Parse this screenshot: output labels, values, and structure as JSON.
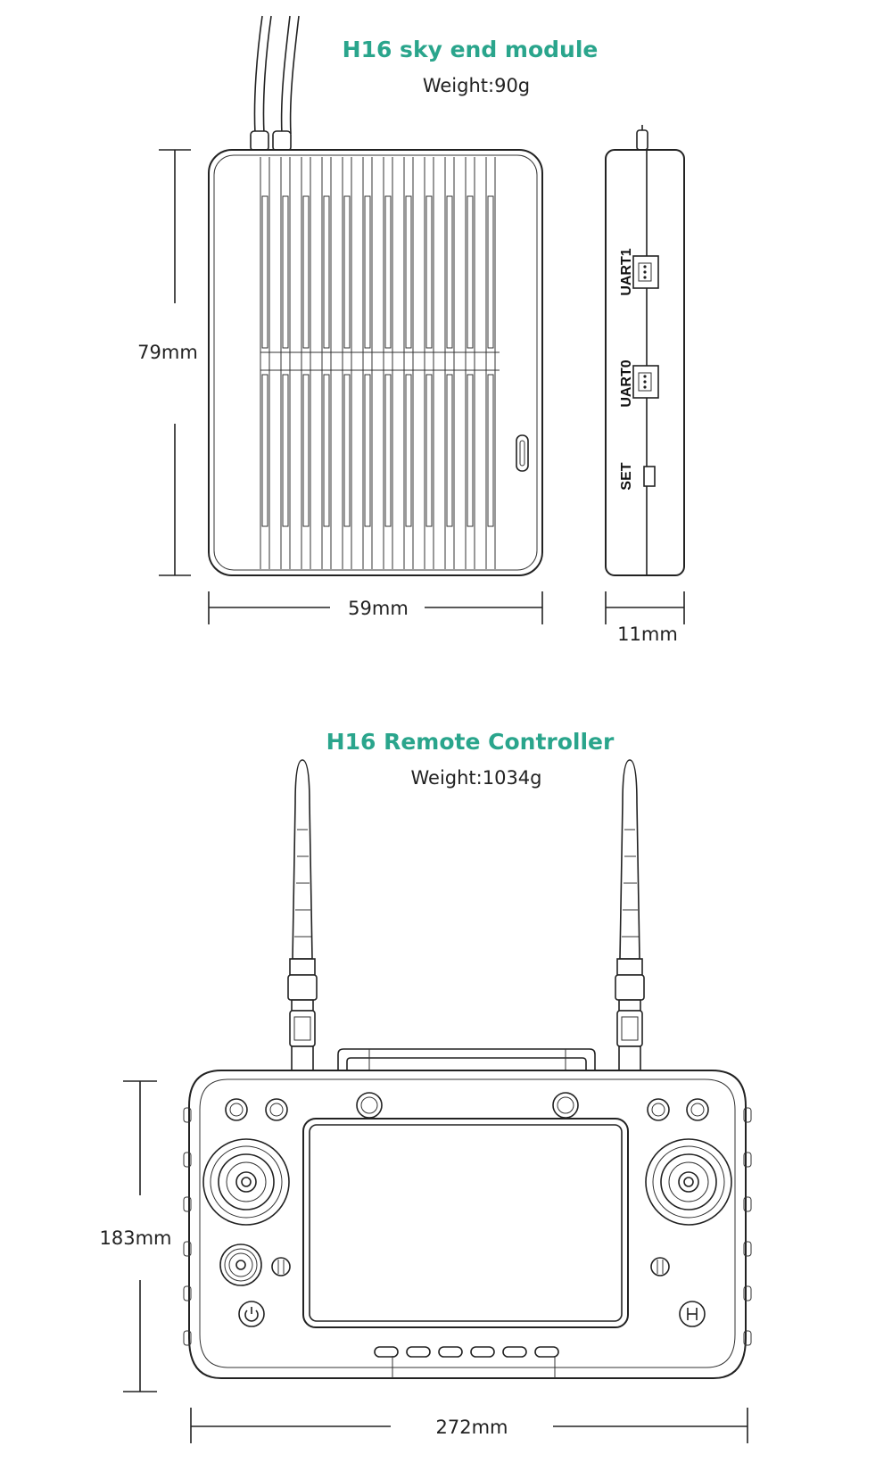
{
  "sky_module": {
    "title": "H16 sky end module",
    "weight": "Weight:90g",
    "height_label": "79mm",
    "width_label": "59mm",
    "depth_label": "11mm",
    "ports": {
      "uart1": "UART1",
      "uart0": "UART0",
      "set": "SET"
    }
  },
  "remote_controller": {
    "title": "H16 Remote Controller",
    "weight": "Weight:1034g",
    "height_label": "183mm",
    "width_label": "272mm"
  },
  "colors": {
    "title": "#2aa58c",
    "line": "#222222"
  }
}
